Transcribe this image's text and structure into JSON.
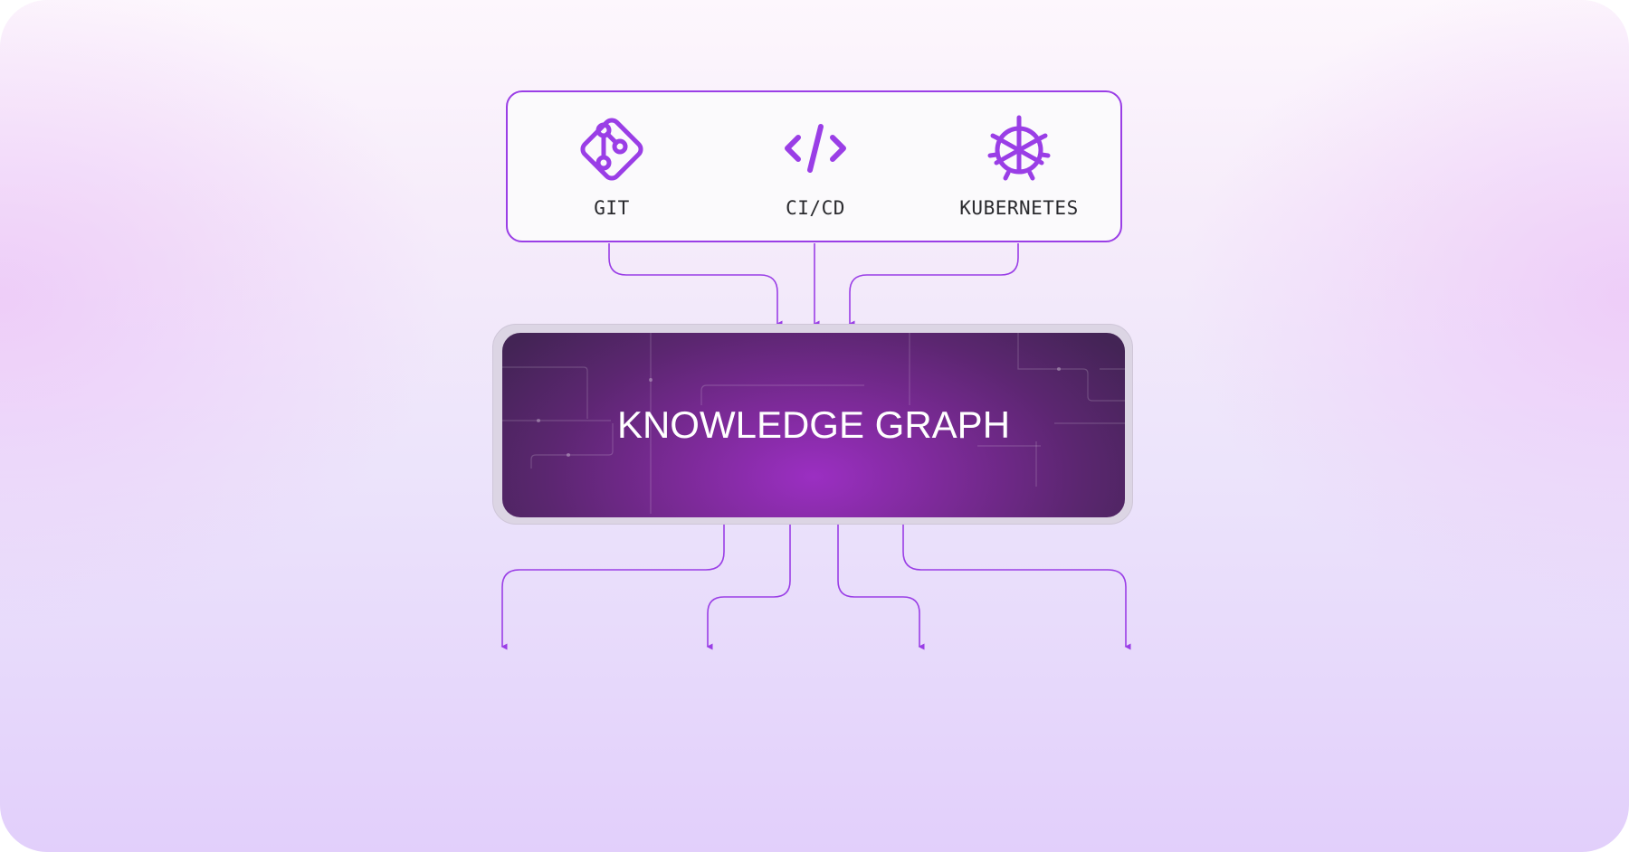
{
  "sources": [
    {
      "label": "GIT",
      "icon": "git-icon"
    },
    {
      "label": "CI/CD",
      "icon": "code-icon"
    },
    {
      "label": "KUBERNETES",
      "icon": "kubernetes-icon"
    }
  ],
  "knowledge_graph": {
    "title": "KNOWLEDGE GRAPH"
  },
  "colors": {
    "accent": "#9a3ee6",
    "text": "#2a2a2e",
    "kg_center": "#9b2fc2",
    "kg_edge": "#432455"
  }
}
